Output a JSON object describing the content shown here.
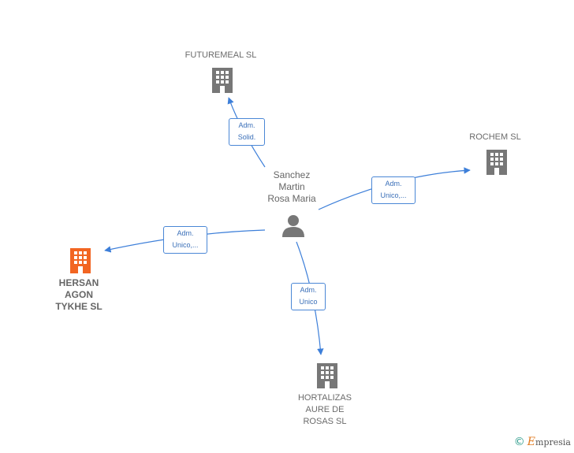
{
  "person": {
    "name": "Sanchez\nMartin\nRosa Maria",
    "icon": "person-icon"
  },
  "companies": [
    {
      "id": "futuremeal",
      "name": "FUTUREMEAL SL",
      "icon": "building-icon",
      "color": "#777777"
    },
    {
      "id": "rochem",
      "name": "ROCHEM SL",
      "icon": "building-icon",
      "color": "#777777"
    },
    {
      "id": "hersan",
      "name": "HERSAN\nAGON\nTYKHE  SL",
      "icon": "building-icon",
      "color": "#f26522"
    },
    {
      "id": "hortalizas",
      "name": "HORTALIZAS\nAURE DE\nROSAS SL",
      "icon": "building-icon",
      "color": "#777777"
    }
  ],
  "relations": [
    {
      "target": "futuremeal",
      "label": "Adm.\nSolid."
    },
    {
      "target": "rochem",
      "label": "Adm.\nUnico,..."
    },
    {
      "target": "hersan",
      "label": "Adm.\nUnico,..."
    },
    {
      "target": "hortalizas",
      "label": "Adm.\nUnico"
    }
  ],
  "colors": {
    "edge": "#3d7fd9",
    "edge_label_border": "#4a87d6"
  },
  "footer": {
    "copyright": "©",
    "brand_initial": "E",
    "brand_rest": "mpresia"
  }
}
